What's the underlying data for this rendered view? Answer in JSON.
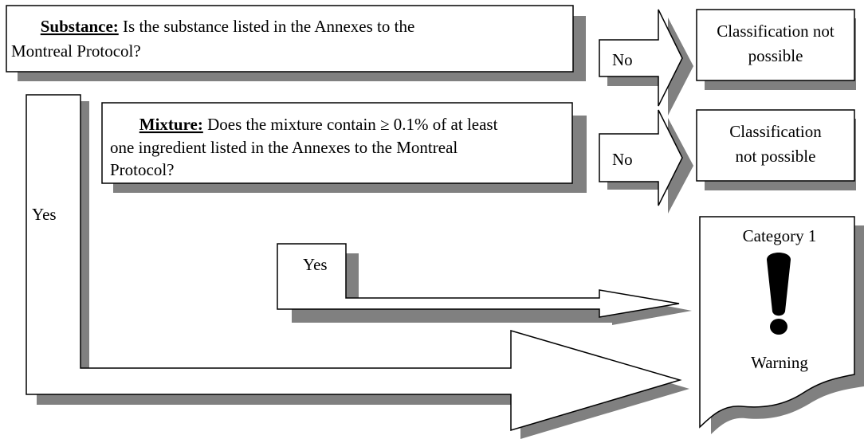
{
  "substance": {
    "term": "Substance:",
    "question_line1": " Is the substance listed in the Annexes to the",
    "question_line2": "Montreal Protocol?"
  },
  "mixture": {
    "term": "Mixture:",
    "question_line1": " Does the mixture contain ≥ 0.1% of at least",
    "question_line2": "one ingredient listed in the Annexes to the Montreal",
    "question_line3": "Protocol?"
  },
  "branches": {
    "substance_no": "No",
    "mixture_no": "No",
    "substance_yes": "Yes",
    "mixture_yes": "Yes"
  },
  "outcomes": {
    "substance_no_line1": "Classification not",
    "substance_no_line2": "possible",
    "mixture_no_line1": "Classification",
    "mixture_no_line2": "not possible",
    "category": "Category 1",
    "signal_word": "Warning",
    "pictogram": "exclamation-mark"
  },
  "colors": {
    "shadow": "#808080",
    "stroke": "#000000",
    "fill": "#ffffff"
  }
}
